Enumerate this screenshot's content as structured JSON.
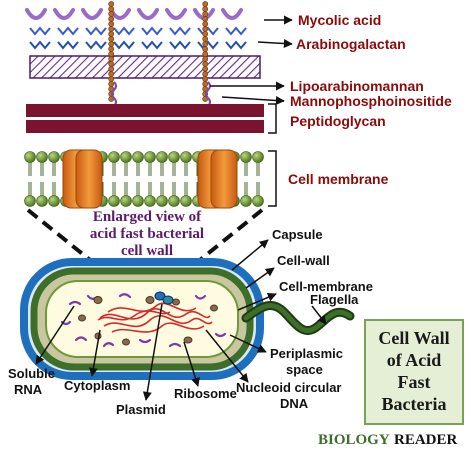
{
  "wall_labels": {
    "mycolic_acid": "Mycolic acid",
    "arabinogalactan": "Arabinogalactan",
    "lipoarabinomannan": "Lipoarabinomannan",
    "mannophosphoinositide": "Mannophosphoinositide",
    "peptidoglycan": "Peptidoglycan",
    "cell_membrane": "Cell membrane"
  },
  "enlarged_caption": [
    "Enlarged view of",
    "acid fast bacterial",
    "cell wall"
  ],
  "cell_labels": {
    "capsule": "Capsule",
    "cell_wall": "Cell-wall",
    "cell_membrane": "Cell-membrane",
    "flagella": "Flagella",
    "periplasmic": [
      "Periplasmic",
      "space"
    ],
    "nucleoid": [
      "Nucleoid circular",
      "DNA"
    ],
    "ribosome": "Ribosome",
    "plasmid": "Plasmid",
    "cytoplasm": "Cytoplasm",
    "soluble_rna": [
      "Soluble",
      "RNA"
    ]
  },
  "title_box": [
    "Cell Wall",
    "of Acid",
    "Fast",
    "Bacteria"
  ],
  "brand": {
    "part1": "BIOLOGY",
    "part2": "READER"
  },
  "colors": {
    "label_red": "#8b0a0a",
    "capsule_blue": "#1f6fbf",
    "wall_green": "#3d6e2a",
    "title_box_bg": "#e4efd6",
    "title_box_border": "#7aa05a",
    "peptidoglycan": "#7a1230",
    "membrane_green": "#6e9a3c",
    "protein_orange": "#e67e22"
  }
}
